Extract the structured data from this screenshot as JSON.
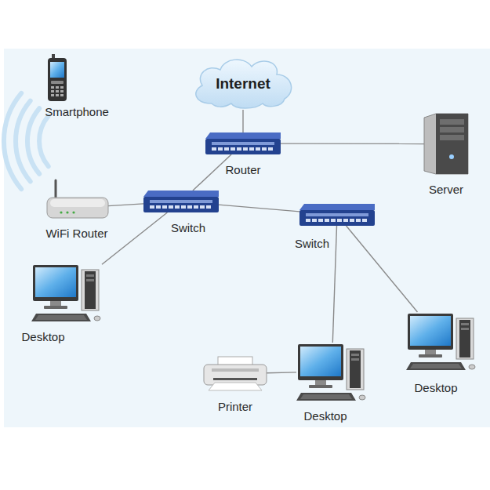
{
  "diagram": {
    "nodes": [
      {
        "text": [
          "Internet"
        ]
      },
      {
        "text": [
          "Smartphone"
        ]
      },
      {
        "text": [
          "Router"
        ]
      },
      {
        "text": [
          "Server"
        ]
      },
      {
        "text": [
          "WiFi Router"
        ]
      },
      {
        "text": [
          "Switch"
        ]
      },
      {
        "text": [
          "Switch"
        ]
      },
      {
        "text": [
          "Desktop"
        ]
      },
      {
        "text": [
          "Desktop"
        ]
      },
      {
        "text": [
          "Printer"
        ]
      },
      {
        "text": [
          "Desktop"
        ]
      }
    ],
    "edges": [
      {
        "from": 0,
        "to": 2,
        "arrow": "none"
      },
      {
        "from": 2,
        "to": 3,
        "arrow": "none"
      },
      {
        "from": 2,
        "to": 5,
        "arrow": "none"
      },
      {
        "from": 5,
        "to": 4,
        "arrow": "none"
      },
      {
        "from": 5,
        "to": 7,
        "arrow": "none"
      },
      {
        "from": 5,
        "to": 6,
        "arrow": "none"
      },
      {
        "from": 6,
        "to": 10,
        "arrow": "none"
      },
      {
        "from": 6,
        "to": 8,
        "arrow": "none"
      },
      {
        "from": 9,
        "to": 10,
        "arrow": "none"
      }
    ]
  }
}
